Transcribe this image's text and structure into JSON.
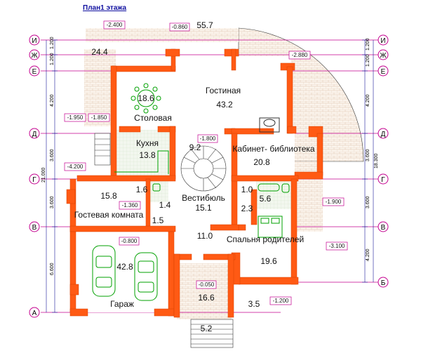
{
  "title": "План1 этажа",
  "axes_letters": [
    "И",
    "Ж",
    "Е",
    "Д",
    "Г",
    "В",
    "Б",
    "А"
  ],
  "rooms": [
    {
      "name": "Гостиная",
      "area": "43.2"
    },
    {
      "name": "Столовая",
      "area": "18.6"
    },
    {
      "name": "Кухня",
      "area": "13.8"
    },
    {
      "name": "Кабинет- библиотека",
      "area": "20.8"
    },
    {
      "name": "Вестибюль",
      "area": "15.1"
    },
    {
      "name": "Гостевая комната",
      "area": "15.8"
    },
    {
      "name": "Спальня родителей",
      "area": "19.6"
    },
    {
      "name": "Гараж",
      "area": "42.8"
    }
  ],
  "small_areas": [
    "55.7",
    "24.4",
    "9.2",
    "1.6",
    "1.4",
    "1.5",
    "1.0",
    "5.6",
    "2.3",
    "11.0",
    "16.6",
    "5.2",
    "3.5"
  ],
  "levels": [
    "-2.400",
    "-0.860",
    "-2.880",
    "-1.950",
    "-1.850",
    "-4.200",
    "-1.800",
    "-1.360",
    "-0.800",
    "-1.900",
    "-3.100",
    "-0.050",
    "-1.200"
  ],
  "left_dims": [
    "1.200",
    "1.200",
    "4.200",
    "3.600",
    "3.600",
    "6.600",
    "21.000"
  ],
  "right_dims": [
    "1.200",
    "1.200",
    "4.200",
    "3.600",
    "3.600",
    "4.200",
    "18.300"
  ],
  "colors": {
    "wall": "#ff5a14",
    "wall_edge": "#d84000",
    "axis": "#c4008f",
    "dim": "#1a1a9a",
    "tile": "#e8efe0",
    "furniture": "#00a000",
    "terrace": "#f0e8dc"
  }
}
